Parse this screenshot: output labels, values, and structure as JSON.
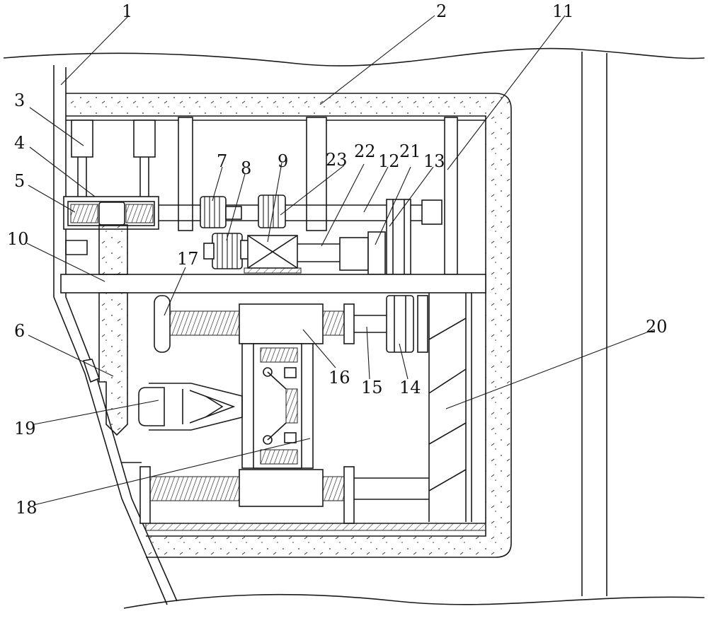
{
  "figure": {
    "labels": [
      {
        "id": "1",
        "text": "1"
      },
      {
        "id": "2",
        "text": "2"
      },
      {
        "id": "11",
        "text": "11"
      },
      {
        "id": "3",
        "text": "3"
      },
      {
        "id": "4",
        "text": "4"
      },
      {
        "id": "5",
        "text": "5"
      },
      {
        "id": "7",
        "text": "7"
      },
      {
        "id": "8",
        "text": "8"
      },
      {
        "id": "9",
        "text": "9"
      },
      {
        "id": "23",
        "text": "23"
      },
      {
        "id": "22",
        "text": "22"
      },
      {
        "id": "12",
        "text": "12"
      },
      {
        "id": "21",
        "text": "21"
      },
      {
        "id": "13",
        "text": "13"
      },
      {
        "id": "10",
        "text": "10"
      },
      {
        "id": "17",
        "text": "17"
      },
      {
        "id": "6",
        "text": "6"
      },
      {
        "id": "16",
        "text": "16"
      },
      {
        "id": "15",
        "text": "15"
      },
      {
        "id": "14",
        "text": "14"
      },
      {
        "id": "20",
        "text": "20"
      },
      {
        "id": "19",
        "text": "19"
      },
      {
        "id": "18",
        "text": "18"
      }
    ]
  },
  "colors": {
    "line": "#1a1a1a",
    "background": "#ffffff"
  }
}
